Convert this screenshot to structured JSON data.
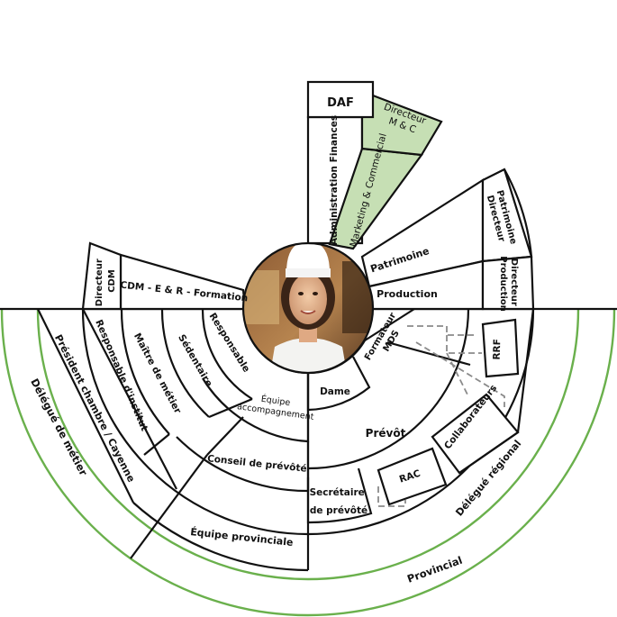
{
  "labels": {
    "daf": "DAF",
    "directeur_mc": [
      "Directeur",
      "M & C"
    ],
    "administration_finances": "Administration Finances",
    "marketing_commercial": "Marketing & Commercial",
    "directeur_patrimoine": [
      "Directeur",
      "Patrimoine"
    ],
    "directeur_production": [
      "Directeur",
      "Production"
    ],
    "patrimoine": "Patrimoine",
    "production": "Production",
    "directeur_cdm": [
      "Directeur",
      "CDM"
    ],
    "cdm_formation": "CDM - E & R - Formation",
    "responsable_institut": "Responsable d'institut",
    "maitre_metier": "Maître de métier",
    "sedentaire": "Sédentaire",
    "responsable": "Responsable",
    "equipe_accompagnement": [
      "Équipe",
      "accompagnement"
    ],
    "conseil_prevote": "Conseil de prévôté",
    "equipe_provinciale": "Équipe provinciale",
    "formateur_mds": [
      "Formateur",
      "MDS"
    ],
    "rrf": "RRF",
    "dame": "Dame",
    "prevot": "Prévôt",
    "collaborateurs": "Collaborateurs",
    "rac": "RAC",
    "secretaire_prevote": [
      "Secrétaire",
      "de prévôté"
    ],
    "delegue_regional": "Délégué régional",
    "delegue_metier": "Délégué de métier",
    "president_chambre": "Président chambre / Cayenne",
    "provincial": "Provincial"
  },
  "colors": {
    "line": "#111111",
    "green_fill": "#c6dfb4",
    "green_ring": "#6ab04c",
    "dashed": "#8a8a8a"
  },
  "center_photo": "chef-portrait"
}
